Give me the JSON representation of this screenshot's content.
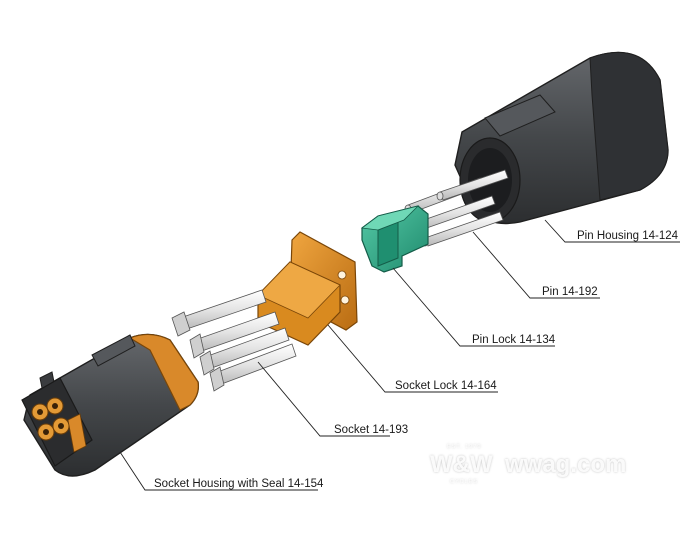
{
  "labels": {
    "pin_housing": "Pin Housing 14-124",
    "pin": "Pin 14-192",
    "pin_lock": "Pin Lock 14-134",
    "socket_lock": "Socket Lock 14-164",
    "socket": "Socket 14-193",
    "socket_housing": "Socket Housing with Seal 14-154"
  },
  "watermark": {
    "logo": "W&W",
    "site": "wwag.com",
    "est": "EST. 1979",
    "tag": "CYCLES"
  },
  "colors": {
    "housing": "#3d3f42",
    "housing_light": "#5a5d61",
    "seal_orange": "#d9892a",
    "socket_lock_orange": "#d98a1f",
    "pin_lock_green": "#2fae8c",
    "metal": "#e6e6e6"
  }
}
